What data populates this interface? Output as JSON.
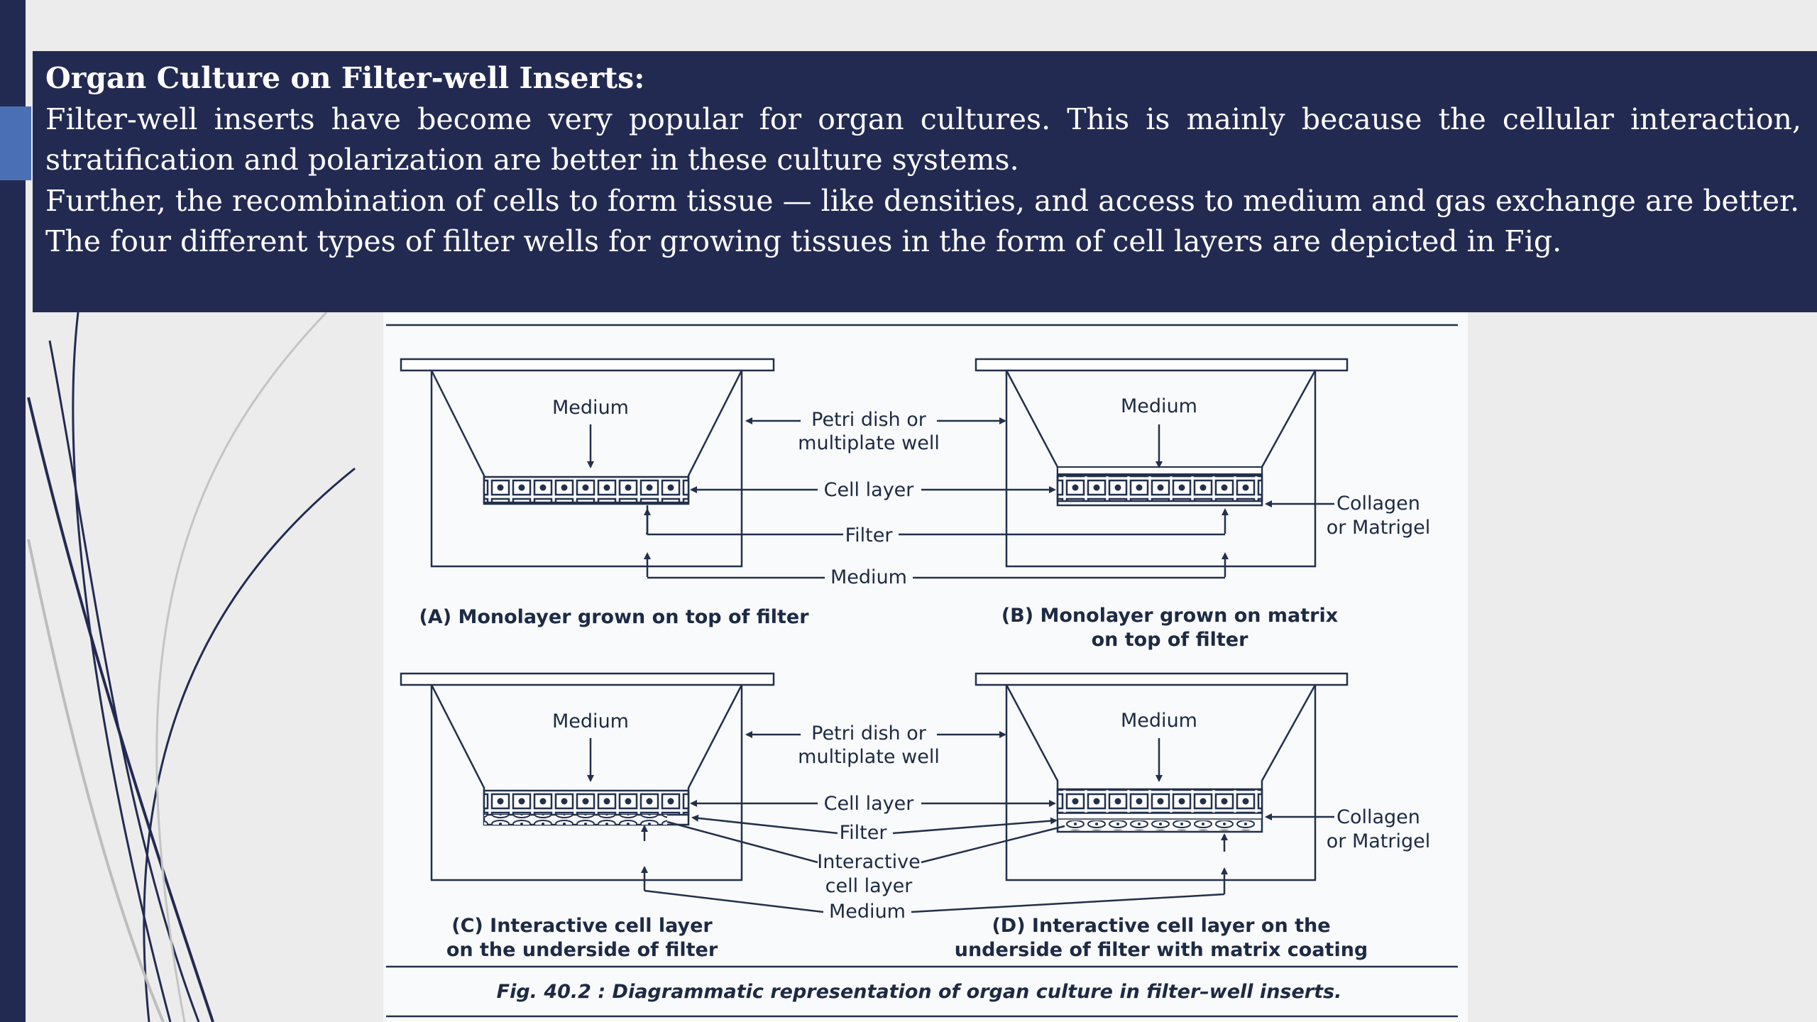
{
  "slide": {
    "title": "Organ Culture on Filter-well Inserts:",
    "paragraphs": [
      "Filter-well inserts have become very popular for organ cultures. This is mainly because the cellular interaction, stratification and polarization are better in these culture systems.",
      "Further, the recombination of cells to form tissue — like densities, and access to medium and gas exchange are better.",
      "The four different types of filter wells for growing tissues in the form of cell layers are depicted in Fig."
    ]
  },
  "figure": {
    "labels": {
      "medium": "Medium",
      "petri_line1": "Petri dish or",
      "petri_line2": "multiplate well",
      "cell_layer": "Cell layer",
      "filter": "Filter",
      "collagen_line1": "Collagen",
      "collagen_line2": "or Matrigel",
      "interactive_line1": "Interactive",
      "interactive_line2": "cell layer"
    },
    "captions": {
      "a": "(A) Monolayer grown on top of filter",
      "b_line1": "(B) Monolayer grown on matrix",
      "b_line2": "on top of filter",
      "c_line1": "(C) Interactive cell layer",
      "c_line2": "on the underside of filter",
      "d_line1": "(D) Interactive cell layer on the",
      "d_line2": "underside of filter with matrix coating"
    },
    "figure_caption": "Fig. 40.2 : Diagrammatic representation of organ culture in filter–well inserts."
  },
  "colors": {
    "dark_navy": "#232a52",
    "accent_blue": "#4a6fb5",
    "background": "#ececec"
  }
}
